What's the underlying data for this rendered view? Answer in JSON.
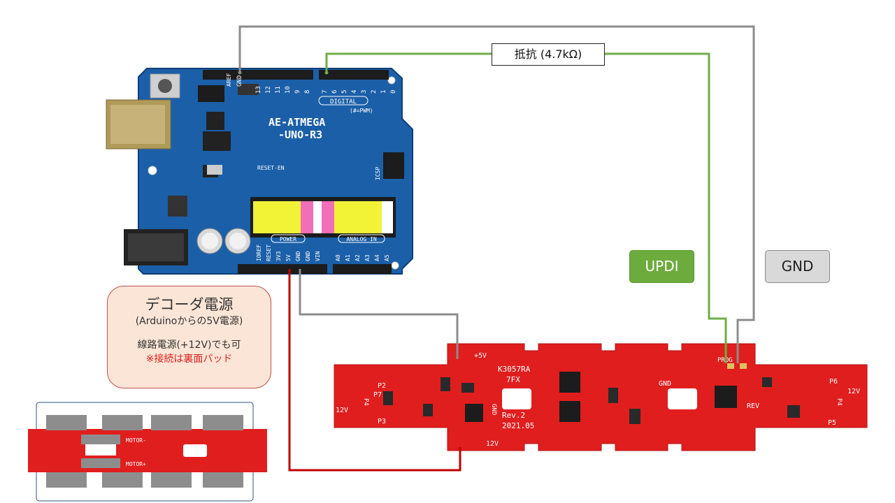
{
  "labels": {
    "resistor": "抵抗 (4.7kΩ)",
    "updi": "UPDI",
    "gnd": "GND"
  },
  "power_note": {
    "title": "デコーダ電源",
    "subtitle": "(Arduinoからの5V電源)",
    "line1": "線路電源(+12V)でも可",
    "warning": "※接続は裏面パッド"
  },
  "arduino": {
    "board_name_1": "AE-ATMEGA",
    "board_name_2": "-UNO-R3",
    "digital": "DIGITAL",
    "pwm": "(#=PWM)",
    "analog_in": "ANALOG IN",
    "power": "POWER",
    "reset_en": "RESET-EN",
    "icsp": "ICSP",
    "aref": "AREF",
    "gnd_pin": "GND",
    "pins_top": [
      "13",
      "12",
      "11",
      "10",
      "9",
      "8",
      "7",
      "6",
      "5",
      "4",
      "3",
      "2",
      "1",
      "0"
    ],
    "pins_bottom": [
      "IOREF",
      "RESET",
      "3V3",
      "5V",
      "GND",
      "GND",
      "VIN",
      "A0",
      "A1",
      "A2",
      "A3",
      "A4",
      "A5"
    ]
  },
  "decoder": {
    "model": "K3057RA",
    "variant": "7FX",
    "rev": "Rev.2",
    "date": "2021.05",
    "plus5v": "+5V",
    "gnd": "GND",
    "v12": "12V",
    "v12_left": "12V",
    "v12_right": "12V",
    "prog": "PROG",
    "rev_pad": "REV",
    "p2": "P2",
    "p3": "P3",
    "p7": "P7",
    "p4_left": "P4",
    "p6": "P6",
    "p5": "P5",
    "p4_right": "P4"
  },
  "back_pads": {
    "motor_minus": "MOTOR-",
    "motor_plus": "MOTOR+"
  },
  "colors": {
    "wire_gray": "#8c8c8c",
    "wire_green": "#70ad47",
    "wire_red": "#c00000",
    "pcb_red": "#e01e1e",
    "arduino_blue": "#1b5fa8"
  }
}
